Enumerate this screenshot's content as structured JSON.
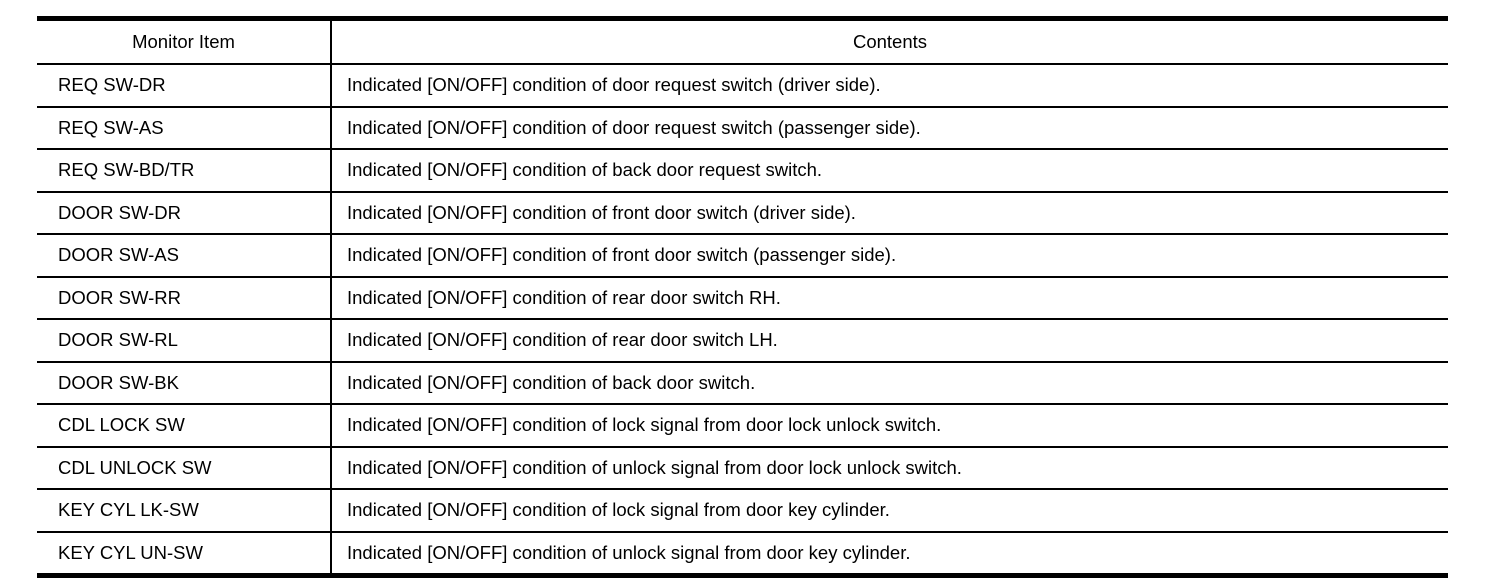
{
  "table": {
    "columns": {
      "item": "Monitor Item",
      "contents": "Contents"
    },
    "rows": [
      {
        "item": "REQ SW-DR",
        "contents": "Indicated [ON/OFF] condition of door request switch (driver side)."
      },
      {
        "item": "REQ SW-AS",
        "contents": "Indicated [ON/OFF] condition of door request switch (passenger side)."
      },
      {
        "item": "REQ SW-BD/TR",
        "contents": "Indicated [ON/OFF] condition of back door request switch."
      },
      {
        "item": "DOOR SW-DR",
        "contents": "Indicated [ON/OFF] condition of front door switch (driver side)."
      },
      {
        "item": "DOOR SW-AS",
        "contents": "Indicated [ON/OFF] condition of front door switch (passenger side)."
      },
      {
        "item": "DOOR SW-RR",
        "contents": "Indicated [ON/OFF] condition of rear door switch RH."
      },
      {
        "item": "DOOR SW-RL",
        "contents": "Indicated [ON/OFF] condition of rear door switch LH."
      },
      {
        "item": "DOOR SW-BK",
        "contents": "Indicated [ON/OFF] condition of back door switch."
      },
      {
        "item": "CDL LOCK SW",
        "contents": "Indicated [ON/OFF] condition of lock signal from door lock unlock switch."
      },
      {
        "item": "CDL UNLOCK SW",
        "contents": "Indicated [ON/OFF] condition of unlock signal from door lock unlock switch."
      },
      {
        "item": "KEY CYL LK-SW",
        "contents": "Indicated [ON/OFF] condition of lock signal from door key cylinder."
      },
      {
        "item": "KEY CYL UN-SW",
        "contents": "Indicated [ON/OFF] condition of unlock signal from door key cylinder."
      }
    ]
  }
}
